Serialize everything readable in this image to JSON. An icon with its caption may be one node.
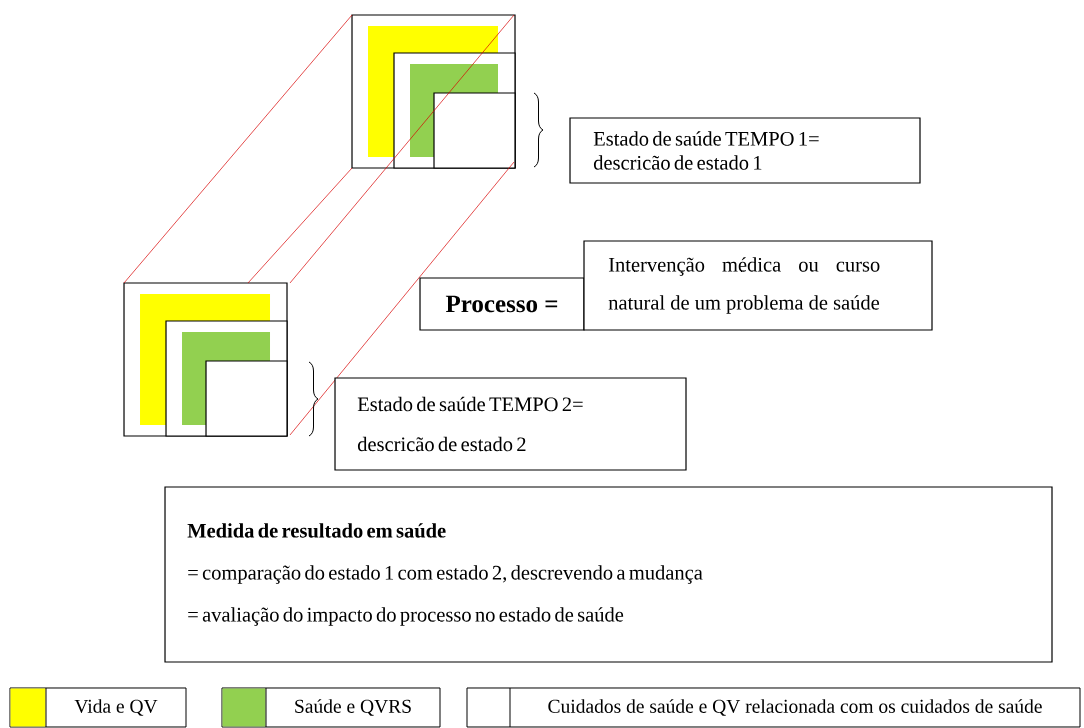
{
  "diagram": {
    "nodes": [
      {
        "text": [
          "Estado de saúde TEMPO 1= descricão de estado 1"
        ]
      },
      {
        "text": [
          "Processo ="
        ]
      },
      {
        "text": [
          "Intervenção médica ou curso natural de um problema de saúde"
        ]
      },
      {
        "text": [
          "Estado de saúde TEMPO 2= descricão de estado 2"
        ]
      },
      {
        "text": [
          "Medida de resultado em saúde",
          "= comparação do estado 1 com estado 2, descrevendo a mudança",
          "= avaliação do impacto do processo no estado de saúde"
        ]
      }
    ],
    "legend": [
      {
        "text": "Vida e QV",
        "color": "#ffff00"
      },
      {
        "text": "Saúde e QVRS",
        "color": "#92d050"
      },
      {
        "text": "Cuidados de saúde e QV relacionada com os cuidados de saúde"
      }
    ]
  }
}
